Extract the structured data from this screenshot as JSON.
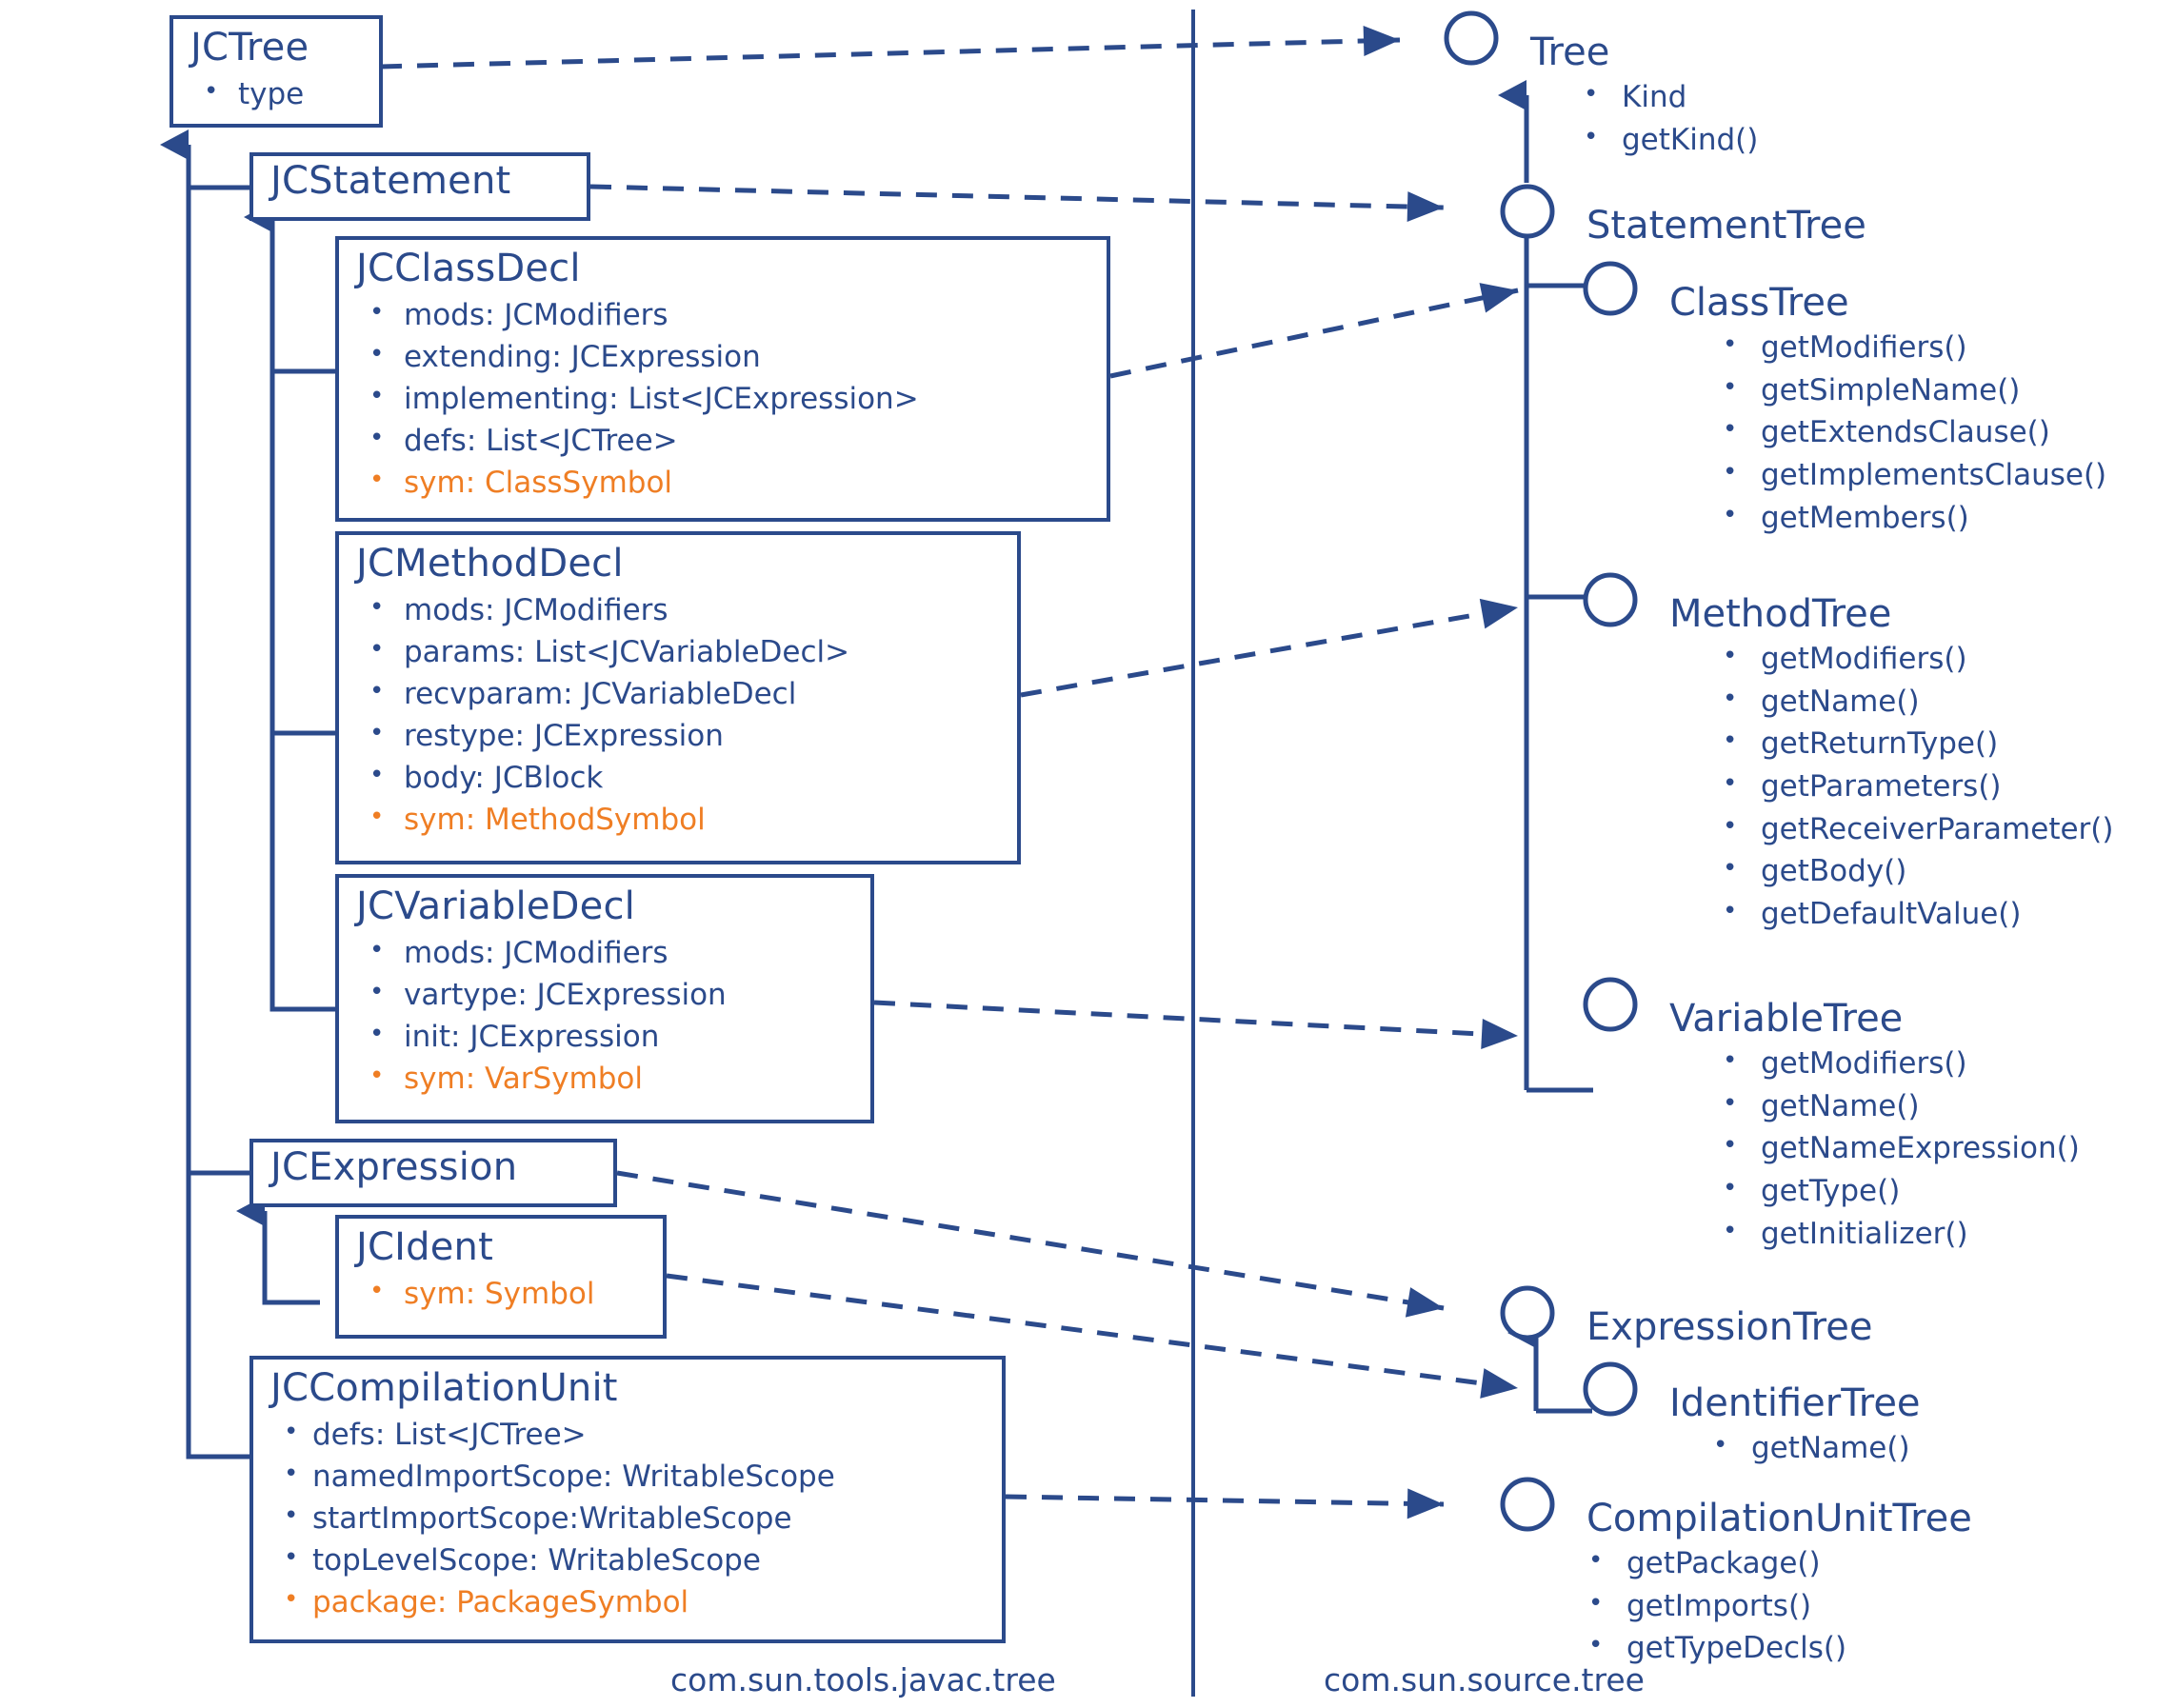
{
  "diagram": {
    "kind": "uml-class-diagram",
    "colors": {
      "line": "#2B4A8B",
      "text": "#2B4A8B",
      "symbol": "#EF7E24",
      "background": "#FFFFFF"
    },
    "packages": {
      "left_label": "com.sun.tools.javac.tree",
      "right_label": "com.sun.source.tree"
    }
  },
  "classes": [
    {
      "name": "JCTree",
      "members": [
        {
          "text": "type",
          "highlight": false
        }
      ]
    },
    {
      "name": "JCStatement",
      "members": []
    },
    {
      "name": "JCClassDecl",
      "members": [
        {
          "text": "mods: JCModifiers",
          "highlight": false
        },
        {
          "text": "extending: JCExpression",
          "highlight": false
        },
        {
          "text": "implementing: List<JCExpression>",
          "highlight": false
        },
        {
          "text": "defs: List<JCTree>",
          "highlight": false
        },
        {
          "text": "sym: ClassSymbol",
          "highlight": true
        }
      ]
    },
    {
      "name": "JCMethodDecl",
      "members": [
        {
          "text": "mods: JCModifiers",
          "highlight": false
        },
        {
          "text": "params: List<JCVariableDecl>",
          "highlight": false
        },
        {
          "text": "recvparam: JCVariableDecl",
          "highlight": false
        },
        {
          "text": "restype: JCExpression",
          "highlight": false
        },
        {
          "text": "body: JCBlock",
          "highlight": false
        },
        {
          "text": "sym: MethodSymbol",
          "highlight": true
        }
      ]
    },
    {
      "name": "JCVariableDecl",
      "members": [
        {
          "text": "mods: JCModifiers",
          "highlight": false
        },
        {
          "text": "vartype: JCExpression",
          "highlight": false
        },
        {
          "text": "init: JCExpression",
          "highlight": false
        },
        {
          "text": "sym: VarSymbol",
          "highlight": true
        }
      ]
    },
    {
      "name": "JCExpression",
      "members": []
    },
    {
      "name": "JCIdent",
      "members": [
        {
          "text": "sym: Symbol",
          "highlight": true
        }
      ]
    },
    {
      "name": "JCCompilationUnit",
      "members": [
        {
          "text": "defs: List<JCTree>",
          "highlight": false
        },
        {
          "text": "namedImportScope: WritableScope",
          "highlight": false
        },
        {
          "text": "startImportScope:WritableScope",
          "highlight": false
        },
        {
          "text": "topLevelScope: WritableScope",
          "highlight": false
        },
        {
          "text": "package: PackageSymbol",
          "highlight": true
        }
      ]
    }
  ],
  "interfaces": [
    {
      "name": "Tree",
      "members": [
        "Kind",
        "getKind()"
      ]
    },
    {
      "name": "StatementTree",
      "members": []
    },
    {
      "name": "ClassTree",
      "members": [
        "getModifiers()",
        "getSimpleName()",
        "getExtendsClause()",
        "getImplementsClause()",
        "getMembers()"
      ]
    },
    {
      "name": "MethodTree",
      "members": [
        "getModifiers()",
        "getName()",
        "getReturnType()",
        "getParameters()",
        "getReceiverParameter()",
        "getBody()",
        "getDefaultValue()"
      ]
    },
    {
      "name": "VariableTree",
      "members": [
        "getModifiers()",
        "getName()",
        "getNameExpression()",
        "getType()",
        "getInitializer()"
      ]
    },
    {
      "name": "ExpressionTree",
      "members": []
    },
    {
      "name": "IdentifierTree",
      "members": [
        "getName()"
      ]
    },
    {
      "name": "CompilationUnitTree",
      "members": [
        "getPackage()",
        "getImports()",
        "getTypeDecls()"
      ]
    }
  ],
  "relations": {
    "generalizations": [
      {
        "from": "JCStatement",
        "to": "JCTree"
      },
      {
        "from": "JCClassDecl",
        "to": "JCStatement"
      },
      {
        "from": "JCMethodDecl",
        "to": "JCTree"
      },
      {
        "from": "JCVariableDecl",
        "to": "JCStatement"
      },
      {
        "from": "JCExpression",
        "to": "JCTree"
      },
      {
        "from": "JCIdent",
        "to": "JCExpression"
      },
      {
        "from": "JCCompilationUnit",
        "to": "JCTree"
      },
      {
        "from": "StatementTree",
        "to": "Tree"
      },
      {
        "from": "ClassTree",
        "to": "StatementTree"
      },
      {
        "from": "MethodTree",
        "to": "StatementTree"
      },
      {
        "from": "VariableTree",
        "to": "StatementTree"
      },
      {
        "from": "IdentifierTree",
        "to": "ExpressionTree"
      }
    ],
    "realizations": [
      {
        "from": "JCTree",
        "to": "Tree"
      },
      {
        "from": "JCStatement",
        "to": "StatementTree"
      },
      {
        "from": "JCClassDecl",
        "to": "ClassTree"
      },
      {
        "from": "JCMethodDecl",
        "to": "MethodTree"
      },
      {
        "from": "JCVariableDecl",
        "to": "VariableTree"
      },
      {
        "from": "JCExpression",
        "to": "ExpressionTree"
      },
      {
        "from": "JCIdent",
        "to": "IdentifierTree"
      },
      {
        "from": "JCCompilationUnit",
        "to": "CompilationUnitTree"
      }
    ]
  }
}
